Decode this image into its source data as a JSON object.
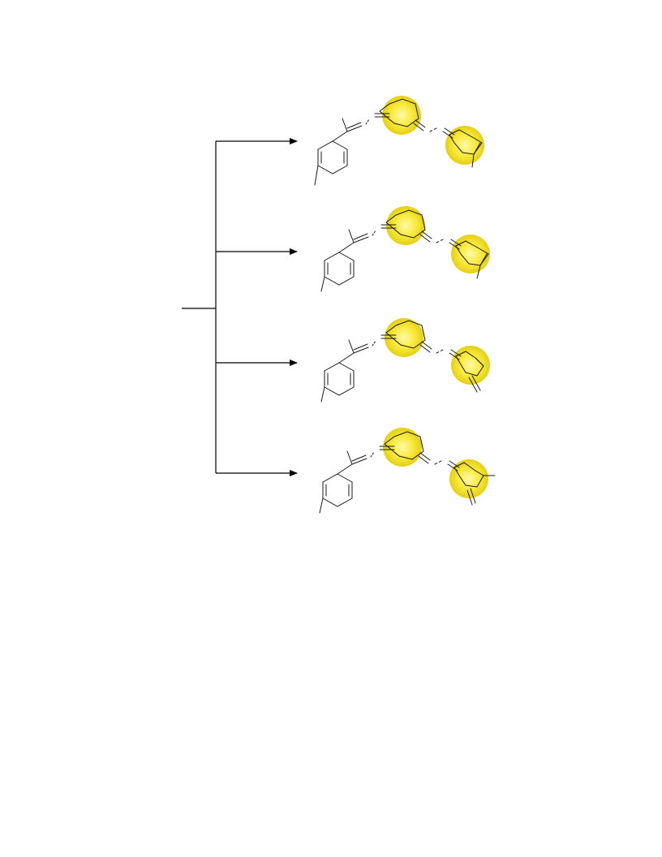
{
  "diagram": {
    "kind": "reaction-scheme",
    "branch_count": 4,
    "colors": {
      "bond": "#1a1a1a",
      "arrow": "#000000",
      "highlight_center": "#fff9a8",
      "highlight_mid": "#f8ea3c",
      "highlight_edge": "#e5cf14"
    },
    "products": [
      {
        "id": "product-1",
        "terminal_fragment": "ring-with-methyl"
      },
      {
        "id": "product-2",
        "terminal_fragment": "ring-with-methyl"
      },
      {
        "id": "product-3",
        "terminal_fragment": "ring-with-exo-alkene"
      },
      {
        "id": "product-4",
        "terminal_fragment": "ring-with-exo-alkene-and-methyl"
      }
    ]
  }
}
